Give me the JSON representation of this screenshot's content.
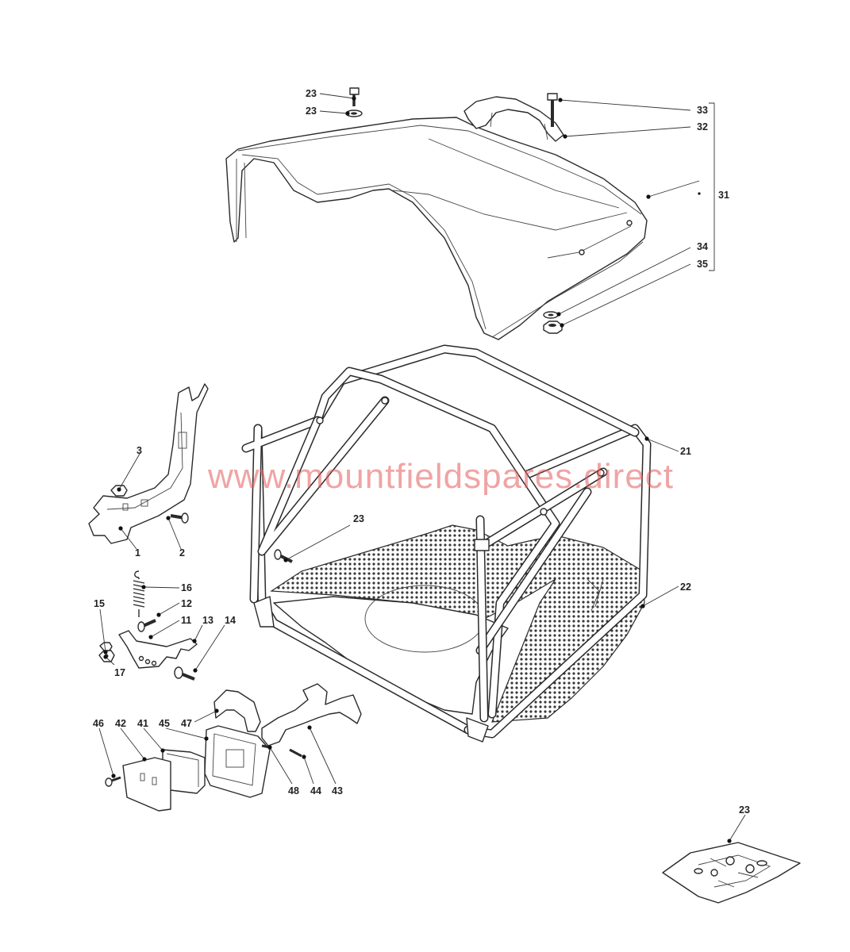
{
  "watermark": "www.mountfieldspares.direct",
  "callouts": [
    {
      "id": "c23a",
      "text": "23"
    },
    {
      "id": "c23b",
      "text": "23"
    },
    {
      "id": "c33",
      "text": "33"
    },
    {
      "id": "c32",
      "text": "32"
    },
    {
      "id": "c31",
      "text": "31"
    },
    {
      "id": "c34",
      "text": "34"
    },
    {
      "id": "c35",
      "text": "35"
    },
    {
      "id": "c3",
      "text": "3"
    },
    {
      "id": "c1",
      "text": "1"
    },
    {
      "id": "c2",
      "text": "2"
    },
    {
      "id": "c21",
      "text": "21"
    },
    {
      "id": "c23c",
      "text": "23"
    },
    {
      "id": "c22",
      "text": "22"
    },
    {
      "id": "c16",
      "text": "16"
    },
    {
      "id": "c12",
      "text": "12"
    },
    {
      "id": "c15",
      "text": "15"
    },
    {
      "id": "c11",
      "text": "11"
    },
    {
      "id": "c13",
      "text": "13"
    },
    {
      "id": "c14",
      "text": "14"
    },
    {
      "id": "c17",
      "text": "17"
    },
    {
      "id": "c46",
      "text": "46"
    },
    {
      "id": "c42",
      "text": "42"
    },
    {
      "id": "c41",
      "text": "41"
    },
    {
      "id": "c45",
      "text": "45"
    },
    {
      "id": "c47",
      "text": "47"
    },
    {
      "id": "c48",
      "text": "48"
    },
    {
      "id": "c44",
      "text": "44"
    },
    {
      "id": "c43",
      "text": "43"
    },
    {
      "id": "c23d",
      "text": "23"
    }
  ]
}
